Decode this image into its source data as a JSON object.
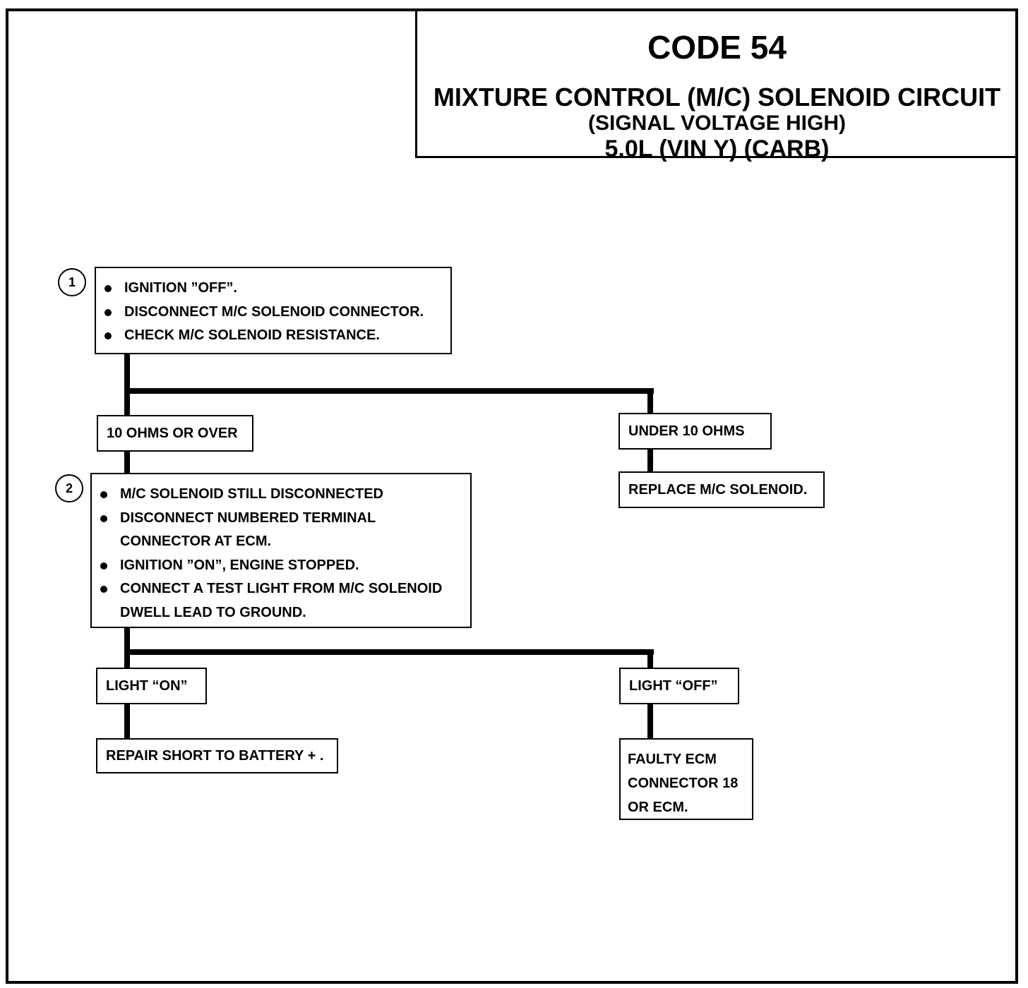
{
  "header": {
    "code": "CODE 54",
    "circuit": "MIXTURE CONTROL (M/C) SOLENOID CIRCUIT",
    "condition": "(SIGNAL VOLTAGE HIGH)",
    "engine": "5.0L  (VIN Y)  (CARB)"
  },
  "steps": [
    {
      "number": "1",
      "items": [
        "IGNITION ”OFF”.",
        "DISCONNECT M/C SOLENOID CONNECTOR.",
        "CHECK M/C SOLENOID RESISTANCE."
      ]
    },
    {
      "number": "2",
      "items": [
        "M/C SOLENOID STILL DISCONNECTED",
        "DISCONNECT NUMBERED TERMINAL",
        "CONNECTOR AT ECM.",
        "IGNITION ”ON”, ENGINE STOPPED.",
        "CONNECT A TEST LIGHT FROM M/C SOLENOID",
        "DWELL LEAD TO GROUND."
      ]
    }
  ],
  "branches": {
    "ohms_over": "10 OHMS OR OVER",
    "ohms_under": "UNDER 10 OHMS",
    "replace": "REPLACE M/C SOLENOID.",
    "light_on": "LIGHT “ON”",
    "light_off": "LIGHT “OFF”",
    "repair": "REPAIR SHORT TO BATTERY + .",
    "faulty": [
      "FAULTY ECM",
      "CONNECTOR 18",
      "OR ECM."
    ]
  }
}
